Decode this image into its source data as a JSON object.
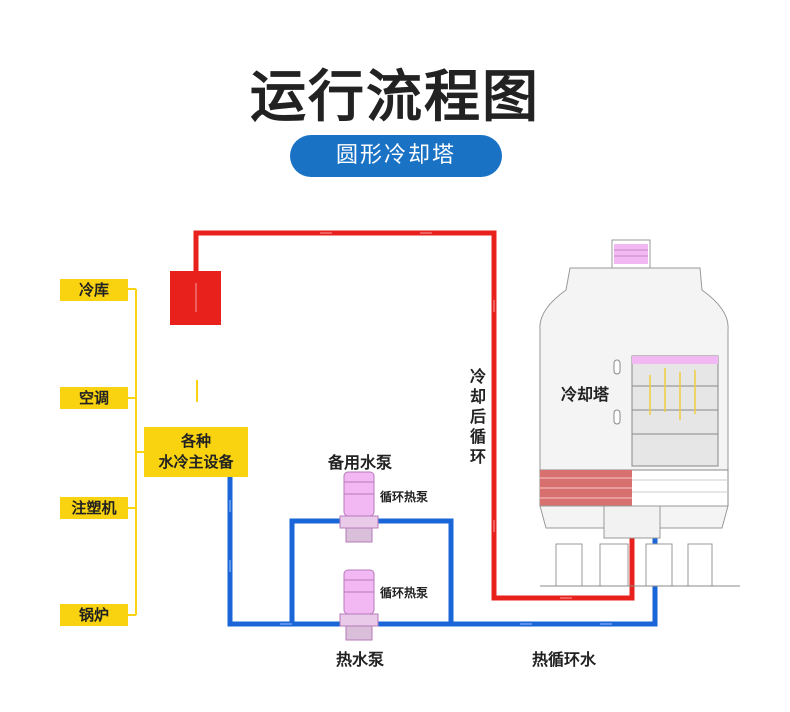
{
  "header": {
    "title": "运行流程图",
    "subtitle": "圆形冷却塔"
  },
  "loads": [
    "冷库",
    "空调",
    "注塑机",
    "锅炉"
  ],
  "main_unit": {
    "line1": "各种",
    "line2": "水冷主设备"
  },
  "pumps": {
    "standby_title": "备用水泵",
    "standby_label": "循环热泵",
    "main_label": "循环热泵",
    "main_title": "热水泵"
  },
  "tower": {
    "label": "冷却塔"
  },
  "flows": {
    "cooled_return": "冷却后循环",
    "hot_loop": "热循环水"
  },
  "colors": {
    "hot": "#e8211c",
    "cold": "#1a66d8",
    "accent": "#f9d30f",
    "brand": "#1a72c5"
  }
}
